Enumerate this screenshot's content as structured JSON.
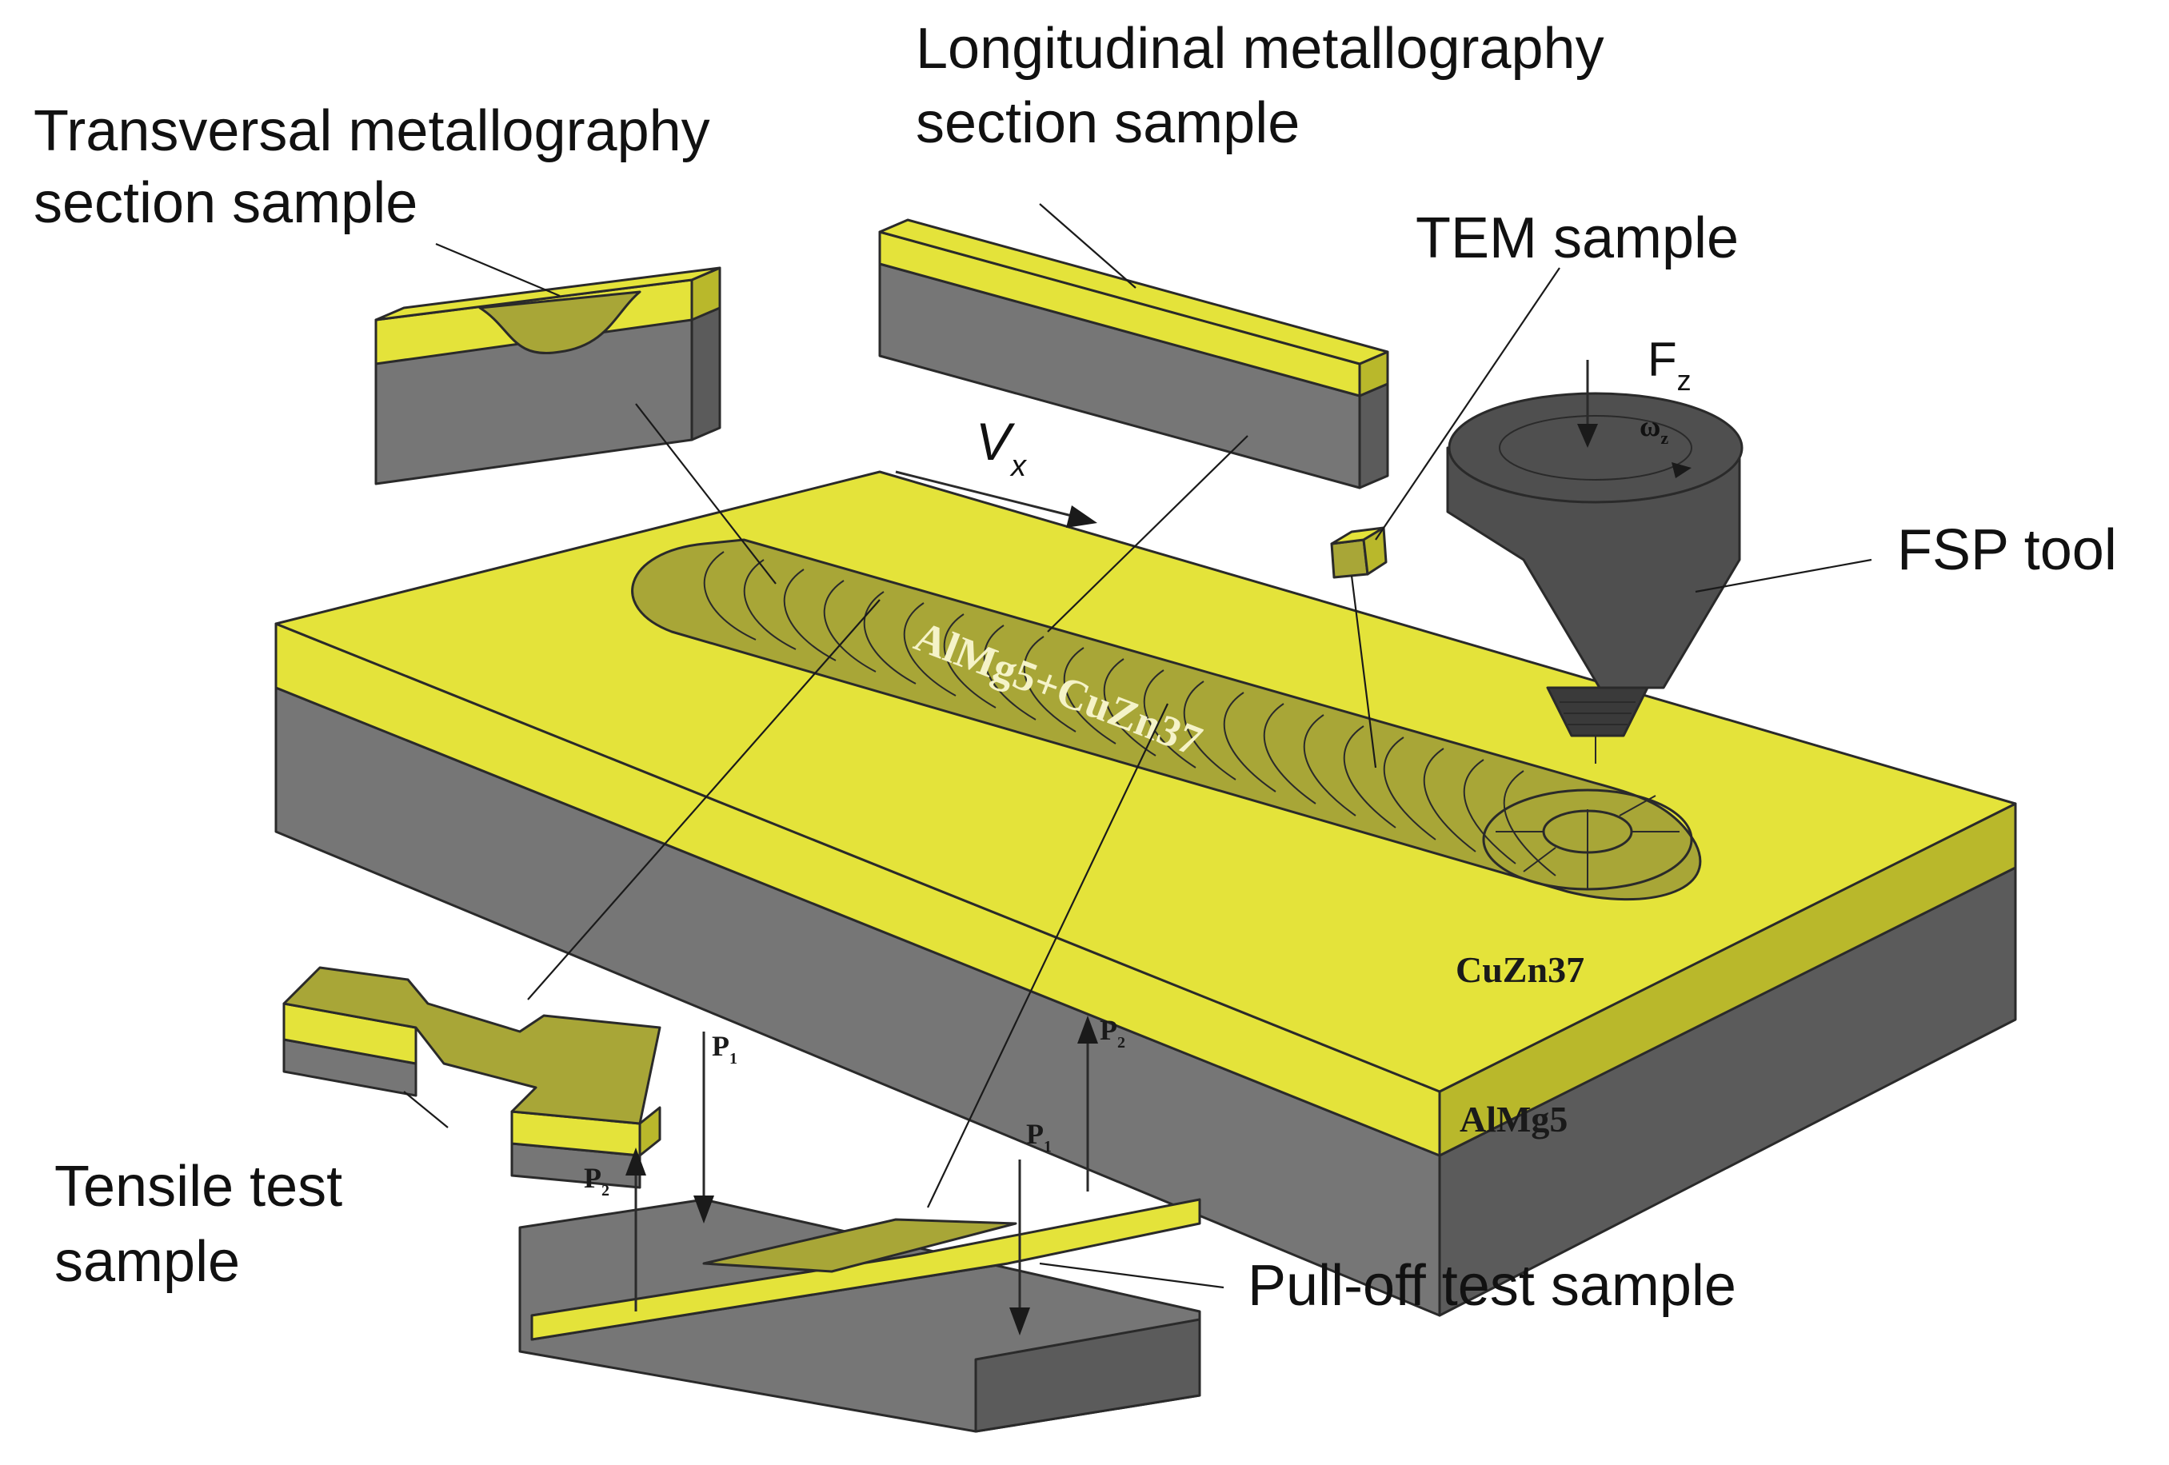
{
  "colors": {
    "brass": "#e4e33a",
    "brass_dark": "#b9b82b",
    "processed": "#a8a637",
    "aluminium": "#767676",
    "aluminium_dark": "#5b5b5b",
    "tool": "#4f4f4f",
    "tool_dark": "#3a3a3a"
  },
  "labels": {
    "transversal_line1": "Transversal metallography",
    "transversal_line2": "section sample",
    "longitudinal_line1": "Longitudinal metallography",
    "longitudinal_line2": "section sample",
    "tem_sample": "TEM sample",
    "force_symbol": "F",
    "force_subscript": "z",
    "omega_symbol": "ω",
    "omega_subscript": "z",
    "velocity_symbol": "V",
    "velocity_subscript": "x",
    "fsp_tool": "FSP tool",
    "processed_zone": "AlMg5+CuZn37",
    "top_layer": "CuZn37",
    "bottom_layer": "AlMg5",
    "tensile_line1": "Tensile test",
    "tensile_line2": "sample",
    "pull_off": "Pull-off test sample",
    "p1_symbol": "P",
    "p1_subscript": "1",
    "p2_symbol": "P",
    "p2_subscript": "2"
  },
  "icons": {
    "fsp_tool": "fsp-tool-icon",
    "tem_sample": "tem-sample-cube-icon",
    "tensile_sample": "tensile-dogbone-icon",
    "pull_off_sample": "pull-off-lap-joint-icon"
  }
}
